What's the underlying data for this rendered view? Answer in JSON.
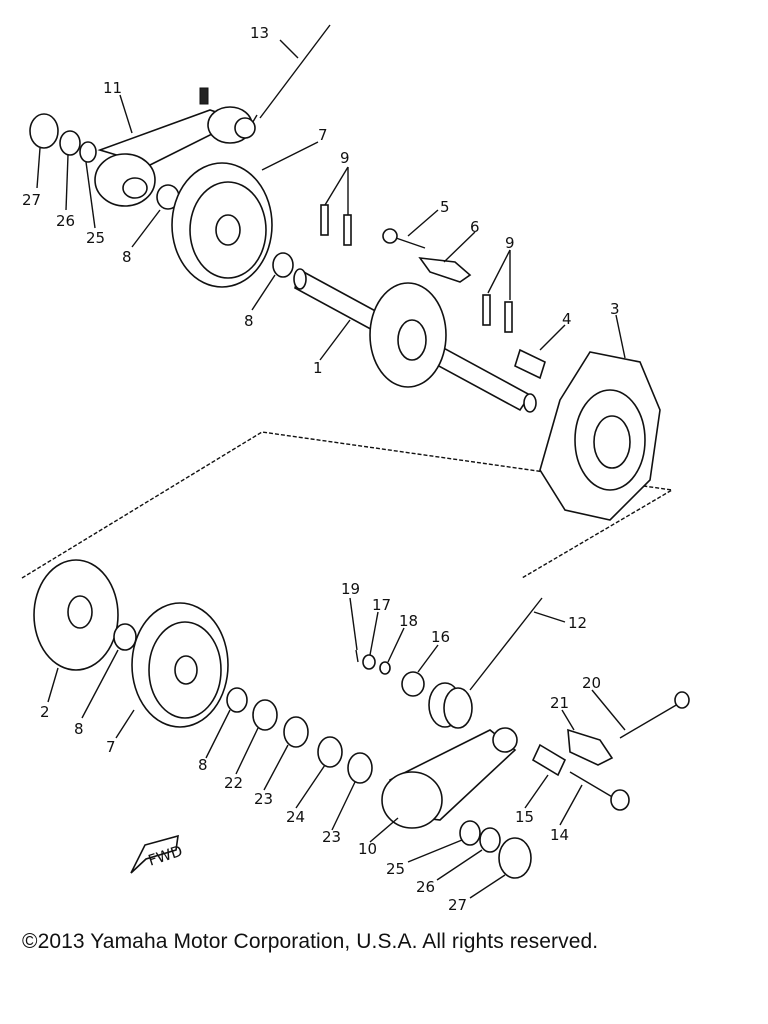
{
  "diagram": {
    "copyright": "©2013 Yamaha Motor Corporation, U.S.A. All rights reserved.",
    "fwd_label": "FWD",
    "callouts": [
      {
        "id": "c13",
        "text": "13"
      },
      {
        "id": "c11",
        "text": "11"
      },
      {
        "id": "c7a",
        "text": "7"
      },
      {
        "id": "c9a",
        "text": "9"
      },
      {
        "id": "c27a",
        "text": "27"
      },
      {
        "id": "c26a",
        "text": "26"
      },
      {
        "id": "c25a",
        "text": "25"
      },
      {
        "id": "c8a",
        "text": "8"
      },
      {
        "id": "c5",
        "text": "5"
      },
      {
        "id": "c6",
        "text": "6"
      },
      {
        "id": "c9b",
        "text": "9"
      },
      {
        "id": "c8b",
        "text": "8"
      },
      {
        "id": "c4",
        "text": "4"
      },
      {
        "id": "c3",
        "text": "3"
      },
      {
        "id": "c1",
        "text": "1"
      },
      {
        "id": "c19",
        "text": "19"
      },
      {
        "id": "c17",
        "text": "17"
      },
      {
        "id": "c18",
        "text": "18"
      },
      {
        "id": "c16",
        "text": "16"
      },
      {
        "id": "c12",
        "text": "12"
      },
      {
        "id": "c20",
        "text": "20"
      },
      {
        "id": "c21",
        "text": "21"
      },
      {
        "id": "c2",
        "text": "2"
      },
      {
        "id": "c8c",
        "text": "8"
      },
      {
        "id": "c7b",
        "text": "7"
      },
      {
        "id": "c8d",
        "text": "8"
      },
      {
        "id": "c22",
        "text": "22"
      },
      {
        "id": "c23a",
        "text": "23"
      },
      {
        "id": "c24",
        "text": "24"
      },
      {
        "id": "c23b",
        "text": "23"
      },
      {
        "id": "c15",
        "text": "15"
      },
      {
        "id": "c14",
        "text": "14"
      },
      {
        "id": "c10",
        "text": "10"
      },
      {
        "id": "c25b",
        "text": "25"
      },
      {
        "id": "c26b",
        "text": "26"
      },
      {
        "id": "c27b",
        "text": "27"
      }
    ]
  }
}
